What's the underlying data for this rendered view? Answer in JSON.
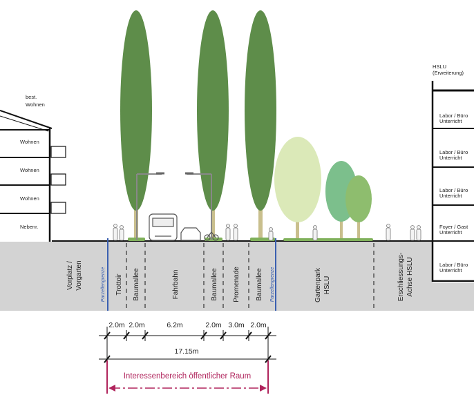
{
  "left_building": {
    "title_line1": "best.",
    "title_line2": "Wohnen",
    "floors": [
      "Wohnen",
      "Wohnen",
      "Wohnen",
      "Nebenr."
    ]
  },
  "right_building": {
    "title_line1": "HSLU",
    "title_line2": "(Erweiterung)",
    "floors": [
      {
        "line1": "Labor / Büro",
        "line2": "Unterricht"
      },
      {
        "line1": "Labor / Büro",
        "line2": "Unterricht"
      },
      {
        "line1": "Labor / Büro",
        "line2": "Unterricht"
      },
      {
        "line1": "Foyer / Gast",
        "line2": "Unterricht"
      },
      {
        "line1": "Labor / Büro",
        "line2": "Unterricht"
      }
    ]
  },
  "zones": {
    "vorplatz_line1": "Vorplatz /",
    "vorplatz_line2": "Vorgarten",
    "parzellengrenze": "Parzellengrenze",
    "trottoir": "Trottoir",
    "baumallee_1": "Baumallee",
    "fahrbahn": "Fahrbahn",
    "baumallee_2": "Baumallee",
    "promenade": "Promenade",
    "baumallee_3": "Baumallee",
    "gartenpark_line1": "Gartenpark",
    "gartenpark_line2": "HSLU",
    "erschliessung_line1": "Erschliessungs-",
    "erschliessung_line2": "Achse HSLU"
  },
  "dimensions": {
    "segments": [
      "2.0m",
      "2.0m",
      "6.2m",
      "2.0m",
      "3.0m",
      "2.0m"
    ],
    "total": "17.15m",
    "interest_area": "Interessenbereich öffentlicher Raum"
  },
  "colors": {
    "tree_dark": "#5e8d4a",
    "tree_light": "#dbe9b8",
    "tree_mid": "#7cbf8c",
    "tree_small": "#8ebd6e",
    "ground": "#d3d3d3",
    "accent": "#b0245c",
    "parcel_line": "#3a5fb0"
  }
}
